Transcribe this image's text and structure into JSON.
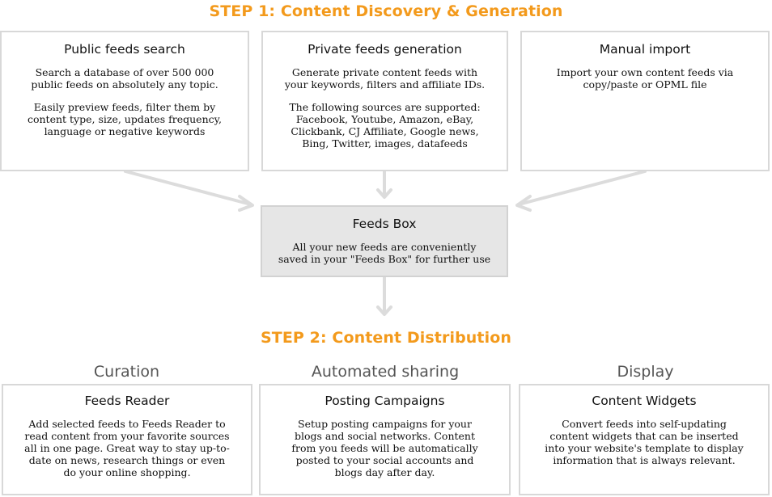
{
  "step1": {
    "title": "STEP 1: Content Discovery & Generation"
  },
  "step2": {
    "title": "STEP 2: Content Distribution"
  },
  "colors": {
    "accent": "#f39a1c",
    "border": "#d8d8d8",
    "feeds_box_bg": "#e6e6e6",
    "arrow": "#dcdcdc"
  },
  "sources": [
    {
      "title": "Public feeds search",
      "paragraphs": [
        "Search a database of over 500 000 public feeds on absolutely any topic.",
        "Easily preview feeds, filter them by content type, size, updates frequency, language or negative keywords"
      ]
    },
    {
      "title": "Private feeds generation",
      "paragraphs": [
        "Generate private content feeds with your keywords, filters and affiliate IDs.",
        "The following sources are supported: Facebook, Youtube, Amazon, eBay, Clickbank, CJ Affiliate, Google news, Bing, Twitter, images, datafeeds"
      ]
    },
    {
      "title": "Manual import",
      "paragraphs": [
        "Import your own content feeds via copy/paste or OPML file"
      ]
    }
  ],
  "feeds_box": {
    "title": "Feeds Box",
    "text": "All your new feeds are conveniently saved in your \"Feeds Box\" for further use"
  },
  "distribution": [
    {
      "category": "Curation",
      "title": "Feeds Reader",
      "text": "Add selected feeds to Feeds Reader to read content from your favorite sources all in one page. Great way to stay up-to-date on news, research things or even do your online shopping."
    },
    {
      "category": "Automated sharing",
      "title": "Posting Campaigns",
      "text": "Setup posting campaigns for your blogs and social networks. Content from you feeds will be automatically posted to your social accounts and blogs day after day."
    },
    {
      "category": "Display",
      "title": "Content Widgets",
      "text": "Convert feeds into self-updating content widgets that can be inserted into your website's template to display information that is always relevant."
    }
  ]
}
